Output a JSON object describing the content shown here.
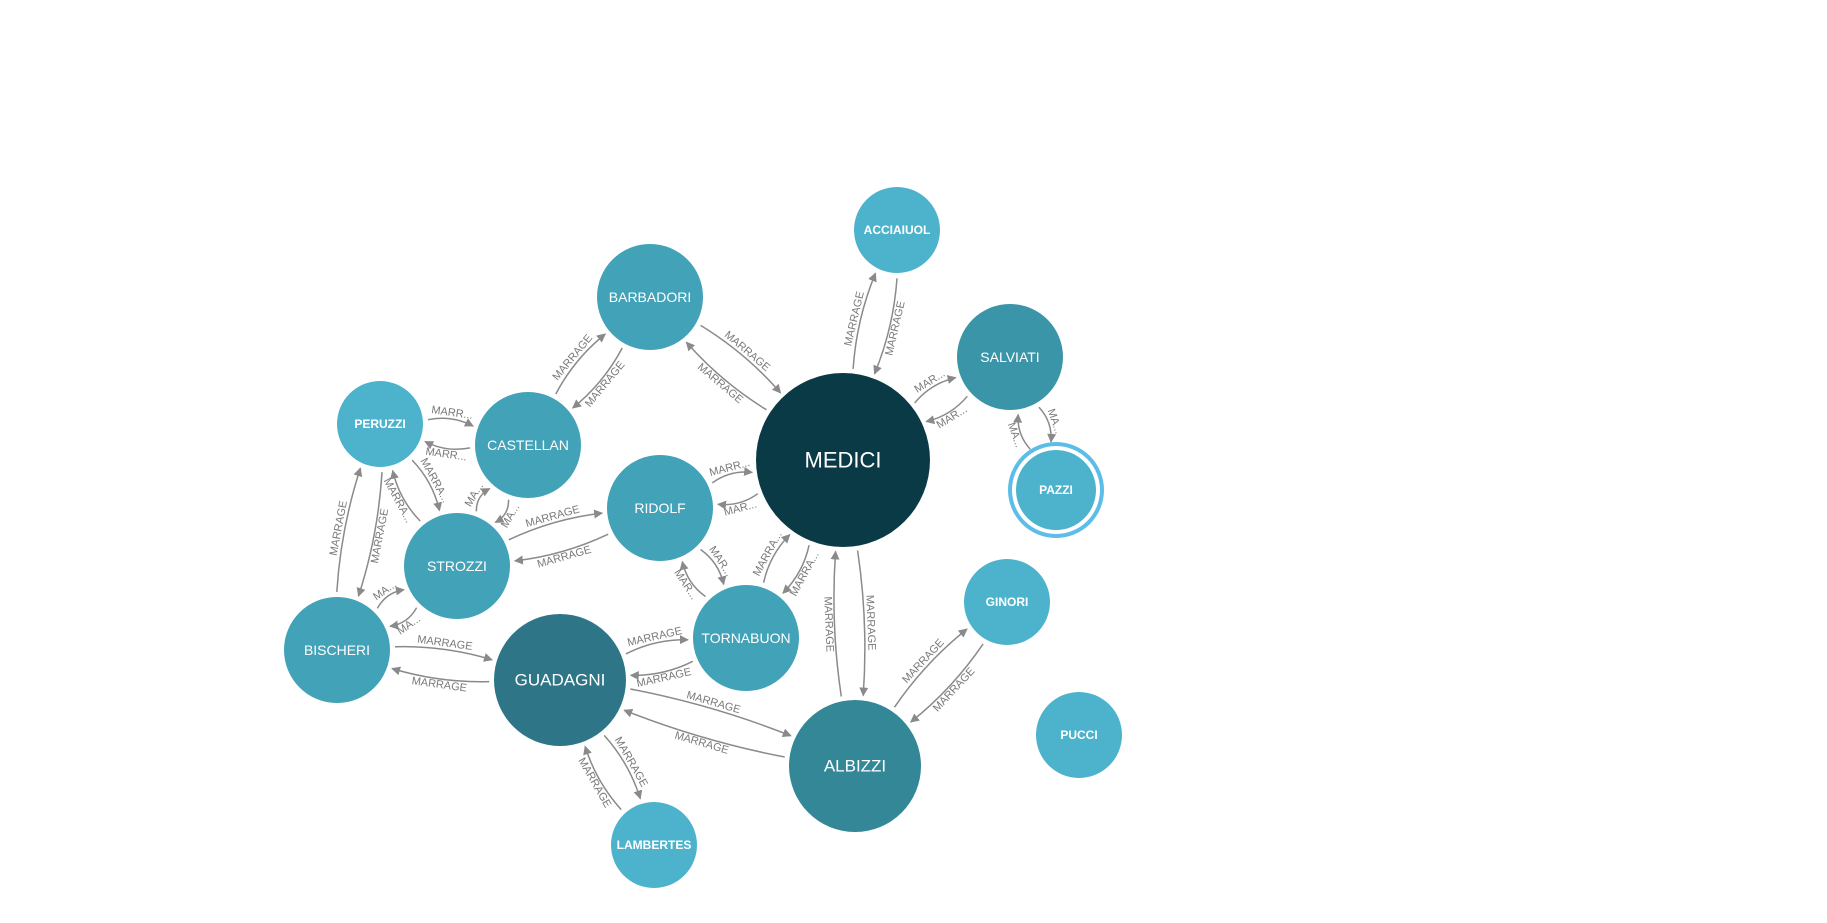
{
  "graph": {
    "nodes": [
      {
        "id": "MEDICI",
        "label": "MEDICI",
        "color": "#0b3a47",
        "size": "xl"
      },
      {
        "id": "GUADAGNI",
        "label": "GUADAGNI",
        "color": "#2e7687",
        "size": "lg"
      },
      {
        "id": "ALBIZZI",
        "label": "ALBIZZI",
        "color": "#348797",
        "size": "lg"
      },
      {
        "id": "SALVIATI",
        "label": "SALVIATI",
        "color": "#3b95a8",
        "size": "md"
      },
      {
        "id": "BARBADORI",
        "label": "BARBADORI",
        "color": "#41a2b8",
        "size": "md"
      },
      {
        "id": "RIDOLF",
        "label": "RIDOLF",
        "color": "#41a2b8",
        "size": "md"
      },
      {
        "id": "STROZZI",
        "label": "STROZZI",
        "color": "#41a2b8",
        "size": "md"
      },
      {
        "id": "TORNABUON",
        "label": "TORNABUON",
        "color": "#41a2b8",
        "size": "md"
      },
      {
        "id": "BISCHERI",
        "label": "BISCHERI",
        "color": "#41a2b8",
        "size": "md"
      },
      {
        "id": "CASTELLAN",
        "label": "CASTELLAN",
        "color": "#41a2b8",
        "size": "md"
      },
      {
        "id": "PERUZZI",
        "label": "PERUZZI",
        "color": "#4db3cd",
        "size": "sm"
      },
      {
        "id": "ACCIAIUOL",
        "label": "ACCIAIUOL",
        "color": "#4db3cd",
        "size": "sm"
      },
      {
        "id": "PAZZI",
        "label": "PAZZI",
        "color": "#4db3cd",
        "size": "sm",
        "selected": true
      },
      {
        "id": "GINORI",
        "label": "GINORI",
        "color": "#4db3cd",
        "size": "sm"
      },
      {
        "id": "LAMBERTES",
        "label": "LAMBERTES",
        "color": "#4db3cd",
        "size": "sm"
      },
      {
        "id": "PUCCI",
        "label": "PUCCI",
        "color": "#4db3cd",
        "size": "sm"
      }
    ],
    "edges": [
      {
        "from": "MEDICI",
        "to": "BARBADORI",
        "label": "MARRAGE"
      },
      {
        "from": "BARBADORI",
        "to": "MEDICI",
        "label": "MARRAGE"
      },
      {
        "from": "MEDICI",
        "to": "ACCIAIUOL",
        "label": "MARRAGE"
      },
      {
        "from": "ACCIAIUOL",
        "to": "MEDICI",
        "label": "MARRAGE"
      },
      {
        "from": "MEDICI",
        "to": "SALVIATI",
        "label": "MAR..."
      },
      {
        "from": "SALVIATI",
        "to": "MEDICI",
        "label": "MAR..."
      },
      {
        "from": "MEDICI",
        "to": "RIDOLF",
        "label": "MAR..."
      },
      {
        "from": "RIDOLF",
        "to": "MEDICI",
        "label": "MARR..."
      },
      {
        "from": "MEDICI",
        "to": "TORNABUON",
        "label": "MARRA..."
      },
      {
        "from": "TORNABUON",
        "to": "MEDICI",
        "label": "MARRA..."
      },
      {
        "from": "MEDICI",
        "to": "ALBIZZI",
        "label": "MARRAGE"
      },
      {
        "from": "ALBIZZI",
        "to": "MEDICI",
        "label": "MARRAGE"
      },
      {
        "from": "SALVIATI",
        "to": "PAZZI",
        "label": "MA..."
      },
      {
        "from": "PAZZI",
        "to": "SALVIATI",
        "label": "MA..."
      },
      {
        "from": "BARBADORI",
        "to": "CASTELLAN",
        "label": "MARRAGE"
      },
      {
        "from": "CASTELLAN",
        "to": "BARBADORI",
        "label": "MARRAGE"
      },
      {
        "from": "CASTELLAN",
        "to": "PERUZZI",
        "label": "MARR..."
      },
      {
        "from": "PERUZZI",
        "to": "CASTELLAN",
        "label": "MARR..."
      },
      {
        "from": "CASTELLAN",
        "to": "STROZZI",
        "label": "MA..."
      },
      {
        "from": "STROZZI",
        "to": "CASTELLAN",
        "label": "MA..."
      },
      {
        "from": "PERUZZI",
        "to": "STROZZI",
        "label": "MARRA..."
      },
      {
        "from": "STROZZI",
        "to": "PERUZZI",
        "label": "MARRA..."
      },
      {
        "from": "PERUZZI",
        "to": "BISCHERI",
        "label": "MARRAGE"
      },
      {
        "from": "BISCHERI",
        "to": "PERUZZI",
        "label": "MARRAGE"
      },
      {
        "from": "RIDOLF",
        "to": "STROZZI",
        "label": "MARRAGE"
      },
      {
        "from": "STROZZI",
        "to": "RIDOLF",
        "label": "MARRAGE"
      },
      {
        "from": "RIDOLF",
        "to": "TORNABUON",
        "label": "MAR..."
      },
      {
        "from": "TORNABUON",
        "to": "RIDOLF",
        "label": "MAR..."
      },
      {
        "from": "STROZZI",
        "to": "BISCHERI",
        "label": "MA..."
      },
      {
        "from": "BISCHERI",
        "to": "STROZZI",
        "label": "MA..."
      },
      {
        "from": "GUADAGNI",
        "to": "BISCHERI",
        "label": "MARRAGE"
      },
      {
        "from": "BISCHERI",
        "to": "GUADAGNI",
        "label": "MARRAGE"
      },
      {
        "from": "TORNABUON",
        "to": "GUADAGNI",
        "label": "MARRAGE"
      },
      {
        "from": "GUADAGNI",
        "to": "TORNABUON",
        "label": "MARRAGE"
      },
      {
        "from": "ALBIZZI",
        "to": "GUADAGNI",
        "label": "MARRAGE"
      },
      {
        "from": "GUADAGNI",
        "to": "ALBIZZI",
        "label": "MARRAGE"
      },
      {
        "from": "GUADAGNI",
        "to": "LAMBERTES",
        "label": "MARRAGE"
      },
      {
        "from": "LAMBERTES",
        "to": "GUADAGNI",
        "label": "MARRAGE"
      },
      {
        "from": "GINORI",
        "to": "ALBIZZI",
        "label": "MARRAGE"
      },
      {
        "from": "ALBIZZI",
        "to": "GINORI",
        "label": "MARRAGE"
      }
    ]
  },
  "colors": {
    "edge": "#8a8a8a",
    "edge_label": "#7a7a7a",
    "selection_ring": "#5bbde8",
    "node_text": "#ffffff"
  }
}
